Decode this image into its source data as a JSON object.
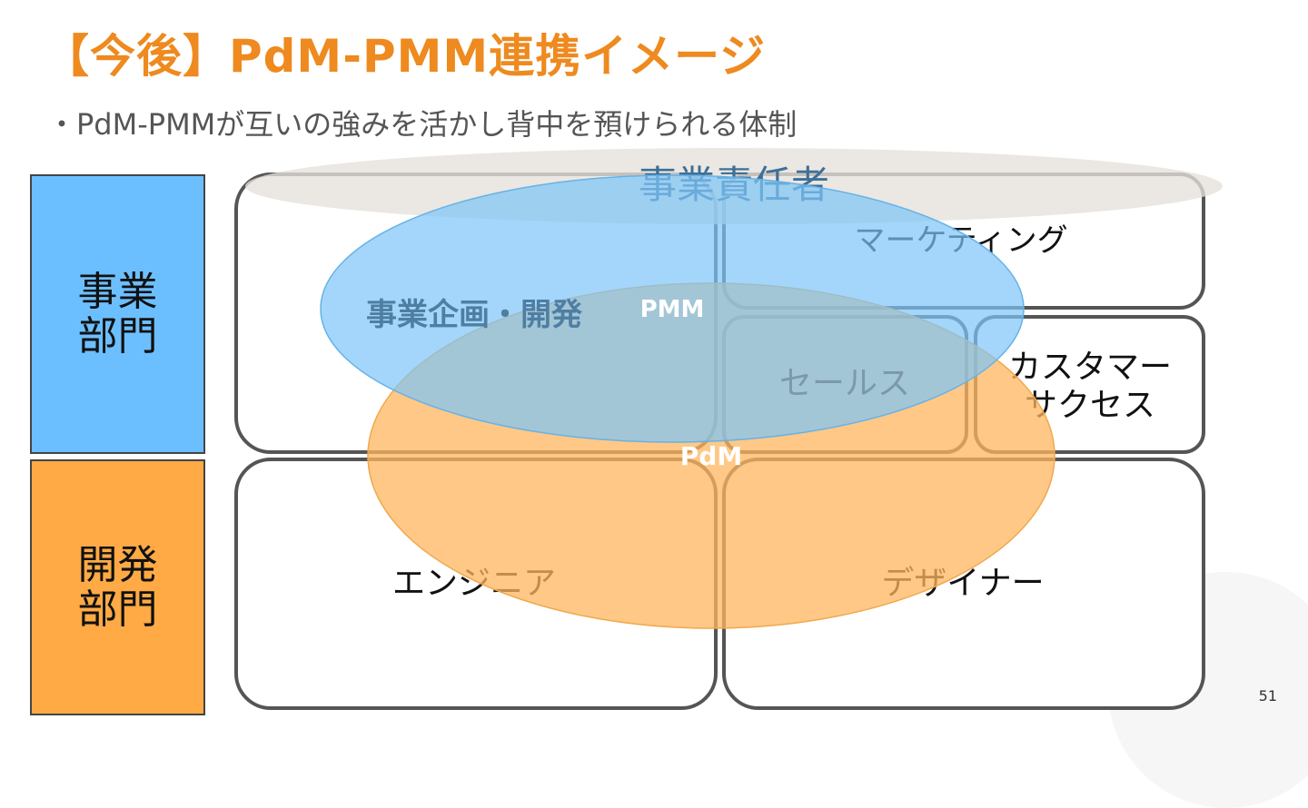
{
  "slide": {
    "title": "【今後】PdM-PMM連携イメージ",
    "subtitle": "・PdM-PMMが互いの強みを活かし背中を預けられる体制",
    "page_number": "51"
  },
  "departments": {
    "business": "事業\n部門",
    "development": "開発\n部門"
  },
  "roles": {
    "owner": "事業責任者",
    "planning": "事業企画・開発",
    "marketing": "マーケティング",
    "sales": "セールス",
    "customer_success_1": "カスタマー",
    "customer_success_2": "サクセス",
    "engineer": "エンジニア",
    "designer": "デザイナー"
  },
  "overlays": {
    "pmm": "PMM",
    "pdm": "PdM"
  },
  "colors": {
    "title": "#ee8a1f",
    "business_dept": "#6cbfff",
    "development_dept": "#ffaa45",
    "pmm_ellipse": "#7cc4f8",
    "pdm_ellipse": "#ffb55e"
  }
}
